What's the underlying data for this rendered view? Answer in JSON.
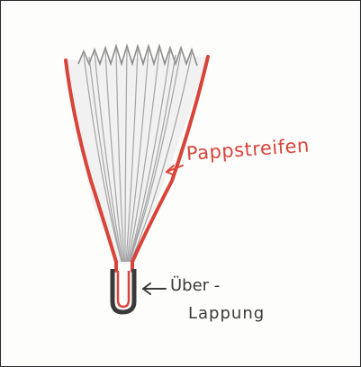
{
  "labels": {
    "strip": "Pappstreifen",
    "overlap_line1": "Über -",
    "overlap_line2": "Lappung"
  },
  "colors": {
    "red": "#d9443a",
    "pencil": "#9a9a9a",
    "ink": "#3a3a3a"
  }
}
